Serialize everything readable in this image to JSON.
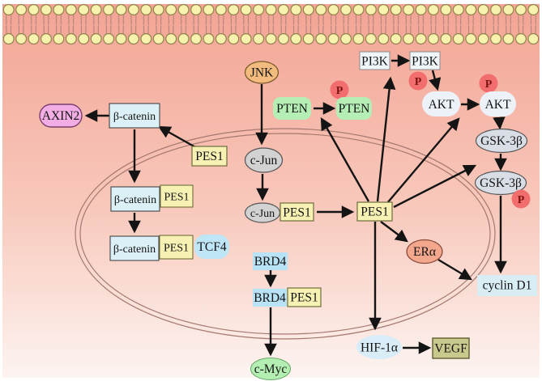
{
  "nodes": {
    "jnk": "JNK",
    "c_jun": "c-Jun",
    "pes1": "PES1",
    "pi3k": "PI3K",
    "akt": "AKT",
    "gsk3b": "GSK-3β",
    "pten": "PTEN",
    "phospho": "P",
    "axin2": "AXIN2",
    "beta_catenin": "β-catenin",
    "tcf4": "TCF4",
    "brd4": "BRD4",
    "c_myc": "c-Myc",
    "er_alpha": "ERα",
    "cyclin_d1": "cyclin D1",
    "hif_1a": "HIF-1α",
    "vegf": "VEGF"
  },
  "edges": [
    {
      "from": "β-catenin",
      "to": "AXIN2"
    },
    {
      "from": "PES1",
      "to": "β-catenin"
    },
    {
      "from": "β-catenin",
      "to": "β-catenin–PES1 complex"
    },
    {
      "from": "β-catenin–PES1",
      "to": "β-catenin–PES1–TCF4 complex"
    },
    {
      "from": "JNK",
      "to": "c-Jun"
    },
    {
      "from": "c-Jun",
      "to": "c-Jun–PES1 complex"
    },
    {
      "from": "c-Jun–PES1",
      "to": "PES1"
    },
    {
      "from": "PES1",
      "to": "PTEN (phosphorylated)"
    },
    {
      "from": "PES1",
      "to": "PI3K"
    },
    {
      "from": "PES1",
      "to": "AKT"
    },
    {
      "from": "PES1",
      "to": "GSK-3β (phosphorylated)"
    },
    {
      "from": "PES1",
      "to": "ERα"
    },
    {
      "from": "PES1",
      "to": "HIF-1α"
    },
    {
      "from": "PTEN",
      "to": "PTEN (phosphorylated)"
    },
    {
      "from": "PI3K",
      "to": "PI3K (phosphorylated)"
    },
    {
      "from": "PI3K (phosphorylated)",
      "to": "AKT"
    },
    {
      "from": "AKT",
      "to": "AKT (phosphorylated)"
    },
    {
      "from": "AKT (phosphorylated)",
      "to": "GSK-3β"
    },
    {
      "from": "GSK-3β",
      "to": "GSK-3β (phosphorylated)"
    },
    {
      "from": "GSK-3β (phosphorylated)",
      "to": "cyclin D1"
    },
    {
      "from": "ERα",
      "to": "cyclin D1"
    },
    {
      "from": "BRD4",
      "to": "BRD4–PES1 complex"
    },
    {
      "from": "BRD4–PES1",
      "to": "c-Myc"
    },
    {
      "from": "HIF-1α",
      "to": "VEGF"
    }
  ],
  "colors": {
    "background_top": "#f3a494",
    "background_mid": "#f8c9bc",
    "background_bottom": "#fdf4f1",
    "membrane_head": "#f7f3ae",
    "membrane_head_border": "#8e8048",
    "membrane_tail": "#b1857a",
    "nucleus_border": "#a5796f",
    "arrow": "#141414",
    "pes1_fill": "#f7f2b4",
    "beta_catenin_fill": "#dcf0f7",
    "pten_fill": "#b5efb5",
    "pi3k_fill": "#eef6f9",
    "akt_fill": "#edf1f8",
    "gsk3b_fill": "#d9dde6",
    "phospho_fill": "#f26d6d",
    "jnk_fill": "#f3bc7e",
    "cjun_fill": "#d2d2d2",
    "axin2_fill": "#f2aee4",
    "tcf4_fill": "#bfe6f7",
    "brd4_fill": "#b8e2f5",
    "cmyc_fill": "#b3efb3",
    "era_fill": "#f3a78d",
    "cyclind1_fill": "#d9edf4",
    "hif1a_fill": "#d8edf7",
    "vegf_fill": "#c9c98e"
  }
}
